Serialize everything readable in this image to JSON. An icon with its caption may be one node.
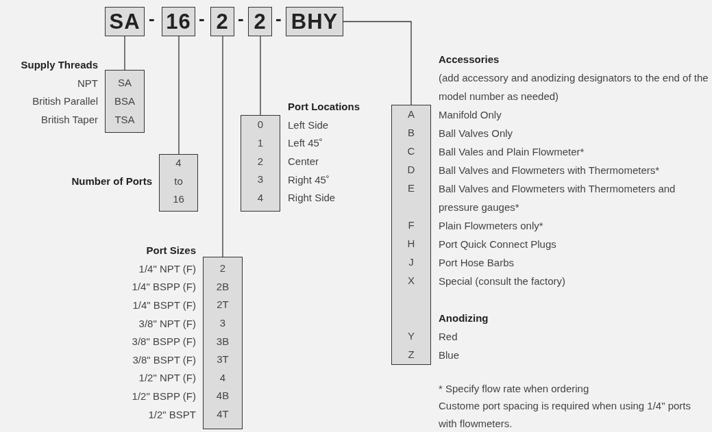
{
  "diagram": {
    "nodes": [
      {
        "text": [
          "SA"
        ]
      },
      {
        "text": [
          "16"
        ]
      },
      {
        "text": [
          "2"
        ]
      },
      {
        "text": [
          "2"
        ]
      },
      {
        "text": [
          "BHY"
        ]
      },
      {
        "text": [
          "SA",
          "BSA",
          "TSA"
        ],
        "beside": [
          "Supply Threads",
          "NPT",
          "British Parallel",
          "British Taper"
        ]
      },
      {
        "text": [
          "4",
          "to",
          "16"
        ],
        "beside": [
          "Number of Ports"
        ]
      },
      {
        "text": [
          "2",
          "2B",
          "2T",
          "3",
          "3B",
          "3T",
          "4",
          "4B",
          "4T"
        ],
        "beside": [
          "Port Sizes",
          "1/4\" NPT (F)",
          "1/4\" BSPP (F)",
          "1/4\" BSPT (F)",
          "3/8\" NPT (F)",
          "3/8\" BSPP (F)",
          "3/8\" BSPT (F)",
          "1/2\" NPT (F)",
          "1/2\" BSPP (F)",
          "1/2\" BSPT"
        ]
      },
      {
        "text": [
          "0",
          "1",
          "2",
          "3",
          "4"
        ],
        "beside": [
          "Port Locations",
          "Left Side",
          "Left 45˚",
          "Center",
          "Right 45˚",
          "Right Side"
        ]
      },
      {
        "text": [
          "A",
          "B",
          "C",
          "D",
          "E",
          "F",
          "H",
          "J",
          "X",
          "Y",
          "Z"
        ],
        "beside": [
          "Accessories",
          "(add accessory and anodizing designators to the end of the model number as needed)",
          "Manifold Only",
          "Ball Valves Only",
          "Ball Vales and Plain Flowmeter*",
          "Ball Valves and Flowmeters with Thermometers*",
          "Ball Valves and Flowmeters with Thermometers and pressure gauges*",
          "Plain Flowmeters only*",
          "Port Quick Connect Plugs",
          "Port Hose Barbs",
          "Special (consult the factory)",
          "Anodizing",
          "Red",
          "Blue"
        ]
      }
    ],
    "edges": [
      {
        "from": 0,
        "to": 5,
        "arrow": "none"
      },
      {
        "from": 1,
        "to": 6,
        "arrow": "none"
      },
      {
        "from": 2,
        "to": 7,
        "arrow": "none"
      },
      {
        "from": 3,
        "to": 8,
        "arrow": "none"
      },
      {
        "from": 4,
        "to": 9,
        "arrow": "none"
      }
    ],
    "labels": [
      "-",
      "-",
      "-",
      "-",
      "* Specify flow rate when ordering",
      "Custome port spacing is required when using 1/4\" ports with flowmeters."
    ]
  }
}
